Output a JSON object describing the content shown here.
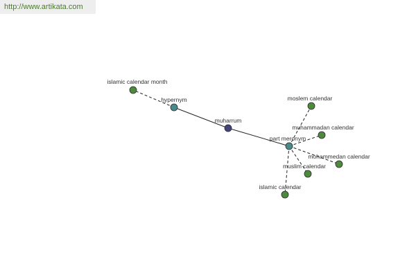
{
  "banner": {
    "url": "http://www.artikata.com"
  },
  "colors": {
    "center": "#44447a",
    "relation": "#4a8a8a",
    "term": "#4d8a3e",
    "banner_text": "#4c7a2e",
    "banner_bg": "#eeeeee"
  },
  "nodes": [
    {
      "id": "muharrum",
      "label": "muharrum",
      "kind": "center"
    },
    {
      "id": "hypernym",
      "label": "hypernym",
      "kind": "relation"
    },
    {
      "id": "part-meronym",
      "label": "part meronym",
      "kind": "relation"
    },
    {
      "id": "islamic-calendar-month",
      "label": "islamic calendar month",
      "kind": "term"
    },
    {
      "id": "moslem-calendar",
      "label": "moslem calendar",
      "kind": "term"
    },
    {
      "id": "muhammadan-calendar-1",
      "label": "muhammadan calendar",
      "kind": "term"
    },
    {
      "id": "mohammedan-calendar",
      "label": "mohammedan calendar",
      "kind": "term"
    },
    {
      "id": "muslim-calendar",
      "label": "muslim calendar",
      "kind": "term"
    },
    {
      "id": "islamic-calendar",
      "label": "islamic calendar",
      "kind": "term"
    }
  ],
  "edges": [
    {
      "from": "muharrum",
      "to": "hypernym",
      "style": "solid"
    },
    {
      "from": "muharrum",
      "to": "part-meronym",
      "style": "solid"
    },
    {
      "from": "hypernym",
      "to": "islamic-calendar-month",
      "style": "dashed"
    },
    {
      "from": "part-meronym",
      "to": "moslem-calendar",
      "style": "dashed"
    },
    {
      "from": "part-meronym",
      "to": "muhammadan-calendar-1",
      "style": "dashed"
    },
    {
      "from": "part-meronym",
      "to": "mohammedan-calendar",
      "style": "dashed"
    },
    {
      "from": "part-meronym",
      "to": "muslim-calendar",
      "style": "dashed"
    },
    {
      "from": "part-meronym",
      "to": "islamic-calendar",
      "style": "dashed"
    }
  ]
}
